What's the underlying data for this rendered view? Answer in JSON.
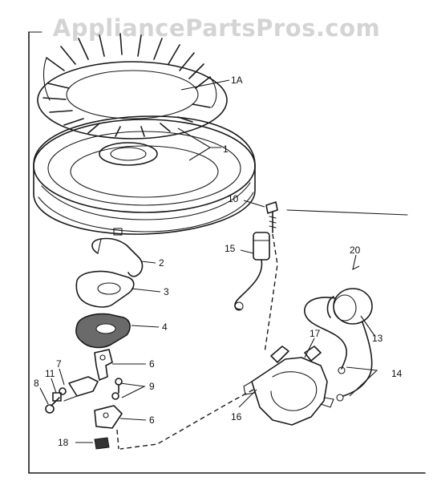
{
  "watermark": "AppliancePartsPros.com",
  "callouts": {
    "c1A": "1A",
    "c1": "1",
    "c2": "2",
    "c3": "3",
    "c4": "4",
    "c6a": "6",
    "c6b": "6",
    "c7": "7",
    "c8": "8",
    "c9": "9",
    "c10": "10",
    "c11": "11",
    "c13": "13",
    "c14": "14",
    "c15": "15",
    "c16": "16",
    "c17": "17",
    "c18": "18",
    "c20": "20"
  }
}
